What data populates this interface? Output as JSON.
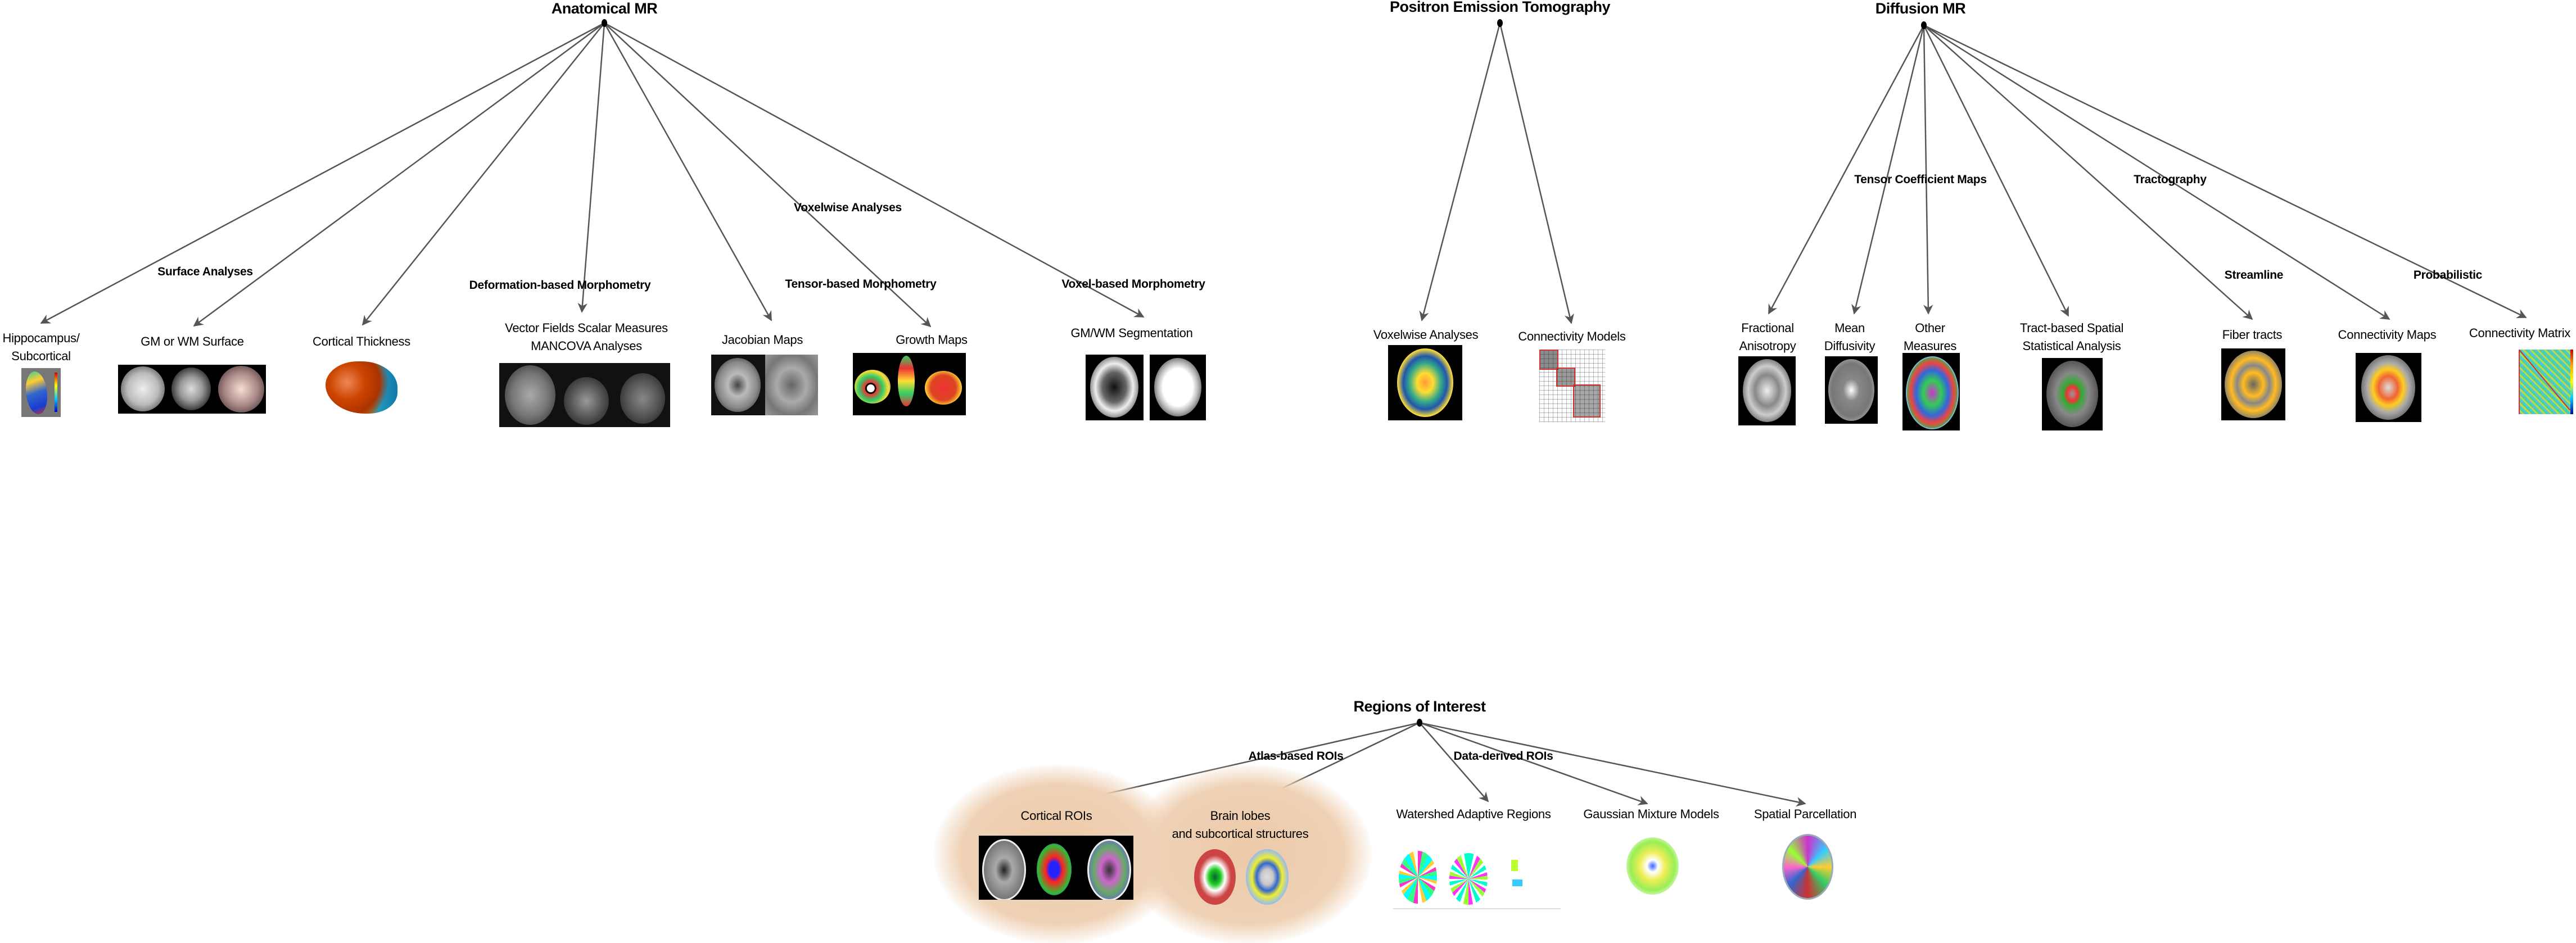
{
  "anatomical": {
    "title": "Anatomical MR",
    "groups": {
      "surface": "Surface Analyses",
      "deformation": "Deformation-based Morphometry",
      "voxelwise": "Voxelwise Analyses",
      "tensor": "Tensor-based Morphometry",
      "voxel": "Voxel-based Morphometry"
    },
    "leaves": {
      "hippocampus": [
        "Hippocampus/",
        "Subcortical"
      ],
      "surface": "GM or WM Surface",
      "thickness": "Cortical Thickness",
      "vector": [
        "Vector Fields Scalar Measures",
        "MANCOVA Analyses"
      ],
      "jacobian": "Jacobian Maps",
      "growth": "Growth Maps",
      "segmentation": "GM/WM Segmentation"
    }
  },
  "pet": {
    "title": "Positron Emission Tomography",
    "leaves": {
      "voxelwise": "Voxelwise Analyses",
      "connectivity": "Connectivity Models"
    }
  },
  "diffusion": {
    "title": "Diffusion MR",
    "groups": {
      "tensor": "Tensor Coefficient Maps",
      "tractography": "Tractography",
      "streamline": "Streamline",
      "probabilistic": "Probabilistic"
    },
    "leaves": {
      "fa": [
        "Fractional",
        "Anisotropy"
      ],
      "md": [
        "Mean",
        "Diffusivity"
      ],
      "other": [
        "Other",
        "Measures"
      ],
      "tbss": [
        "Tract-based Spatial",
        "Statistical Analysis"
      ],
      "fibers": "Fiber tracts",
      "connmaps": "Connectivity Maps",
      "connmatrix": "Connectivity Matrix"
    }
  },
  "roi": {
    "title": "Regions of Interest",
    "groups": {
      "atlas": "Atlas-based ROIs",
      "data": "Data-derived ROIs"
    },
    "leaves": {
      "cortical": "Cortical ROIs",
      "lobes": [
        "Brain lobes",
        "and subcortical structures"
      ],
      "watershed": "Watershed Adaptive Regions",
      "gmm": "Gaussian Mixture Models",
      "parcellation": "Spatial Parcellation"
    }
  },
  "colors": {
    "edge": "#555555",
    "glow": "#ecc9a8"
  }
}
